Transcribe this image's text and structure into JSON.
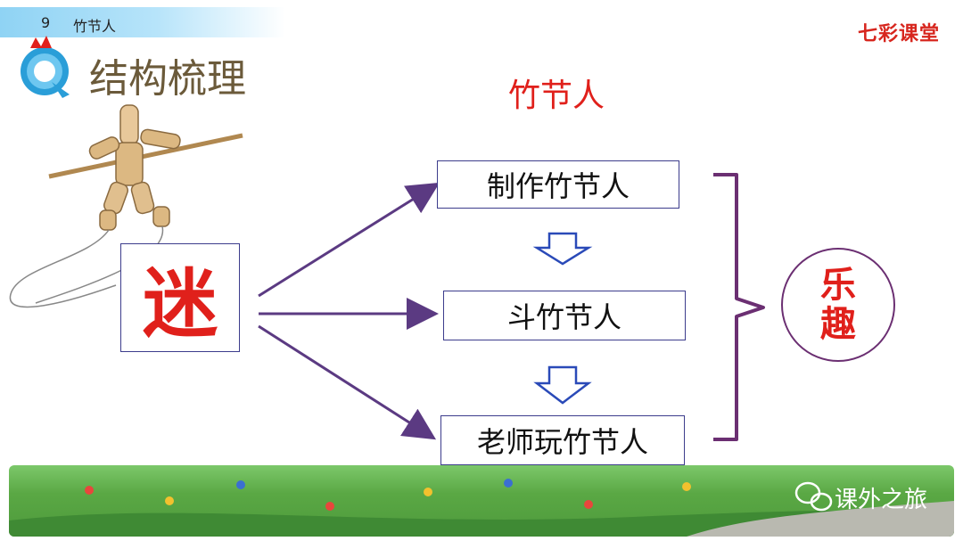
{
  "header": {
    "lesson_number": "9",
    "lesson_title": "竹节人",
    "logo": "七彩课堂"
  },
  "section": {
    "title": "结构梳理",
    "icon": "q-mascot-icon"
  },
  "diagram": {
    "title": "竹节人",
    "source_label": "迷",
    "steps": [
      "制作竹节人",
      "斗竹节人",
      "老师玩竹节人"
    ],
    "result": [
      "乐",
      "趣"
    ]
  },
  "watermark": {
    "text": "课外之旅",
    "icon": "wechat-icon"
  },
  "colors": {
    "accent_red": "#e0201b",
    "arrow_purple": "#5b3a82",
    "box_border": "#3c3c8c"
  }
}
